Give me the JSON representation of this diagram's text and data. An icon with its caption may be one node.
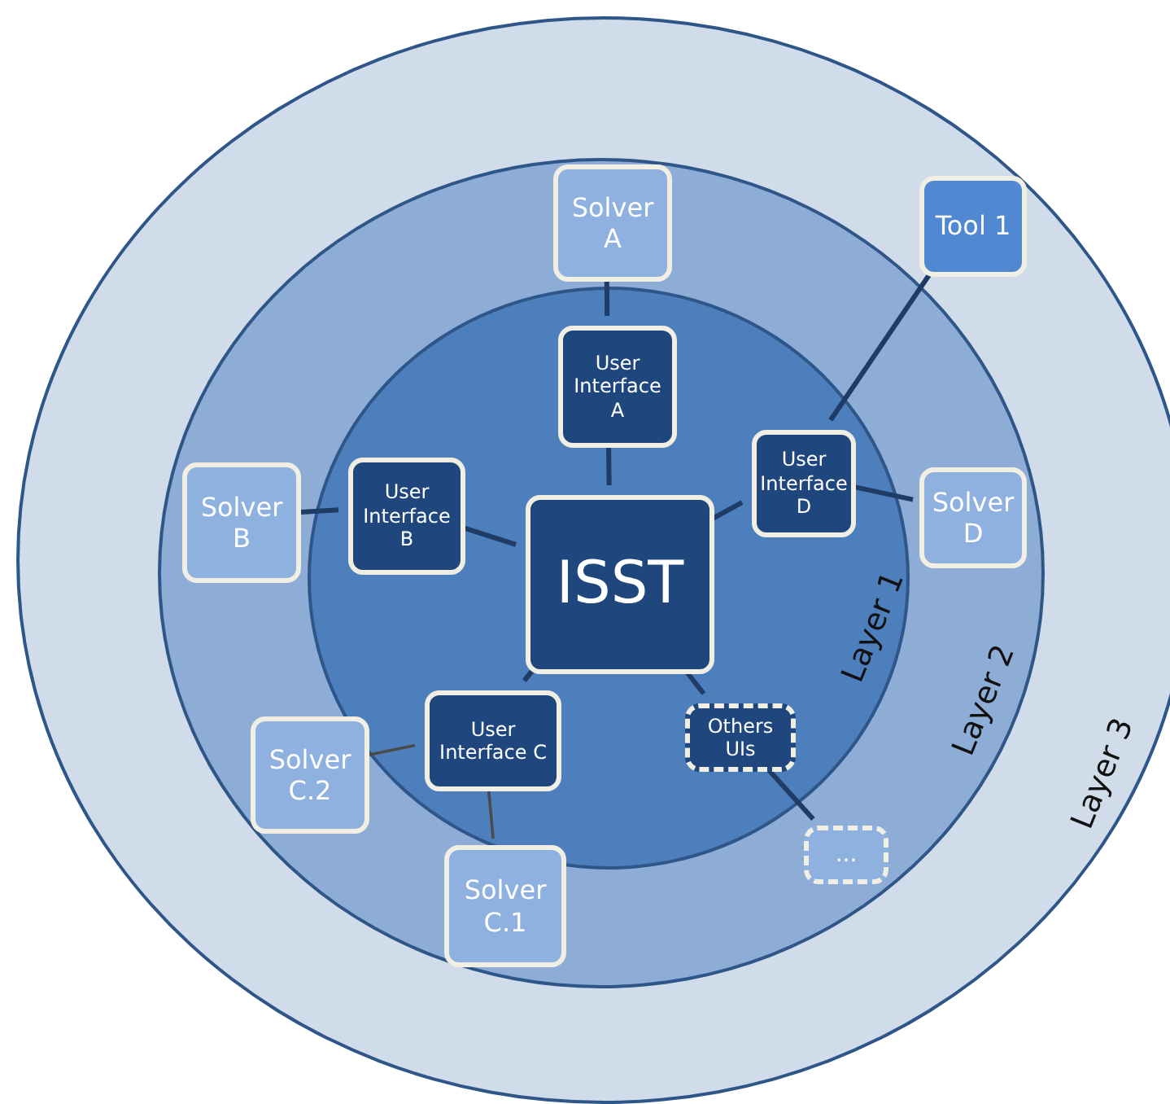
{
  "diagram": {
    "nodes": [
      {
        "text": [
          "Layer 3"
        ]
      },
      {
        "text": [
          "Layer 2"
        ],
        "in": 0
      },
      {
        "text": [
          "Layer 1"
        ],
        "in": 1
      },
      {
        "text": [
          "ISST"
        ],
        "in": 2
      },
      {
        "text": [
          "User Interface A"
        ],
        "in": 2
      },
      {
        "text": [
          "User Interface B"
        ],
        "in": 2
      },
      {
        "text": [
          "User Interface C"
        ],
        "in": 2
      },
      {
        "text": [
          "User Interface D"
        ],
        "in": 2
      },
      {
        "text": [
          "Others UIs"
        ],
        "in": 2
      },
      {
        "text": [
          "Solver A"
        ],
        "in": 1
      },
      {
        "text": [
          "Tool 1"
        ],
        "in": 1
      },
      {
        "text": [
          "Solver B"
        ],
        "in": 1
      },
      {
        "text": [
          "Solver D"
        ],
        "in": 1
      },
      {
        "text": [
          "Solver C.2"
        ],
        "in": 1
      },
      {
        "text": [
          "Solver C.1"
        ],
        "in": 1
      },
      {
        "text": [
          "..."
        ],
        "in": 1
      }
    ],
    "edges": [
      {
        "from": 3,
        "to": 4,
        "arrow": "none"
      },
      {
        "from": 3,
        "to": 5,
        "arrow": "none"
      },
      {
        "from": 3,
        "to": 6,
        "arrow": "none"
      },
      {
        "from": 3,
        "to": 7,
        "arrow": "none"
      },
      {
        "from": 3,
        "to": 8,
        "arrow": "none"
      },
      {
        "from": 4,
        "to": 9,
        "arrow": "none"
      },
      {
        "from": 5,
        "to": 11,
        "arrow": "none"
      },
      {
        "from": 6,
        "to": 13,
        "arrow": "none",
        "color": "#4a4a4a"
      },
      {
        "from": 6,
        "to": 14,
        "arrow": "none",
        "color": "#4a4a4a"
      },
      {
        "from": 7,
        "to": 12,
        "arrow": "none"
      },
      {
        "from": 7,
        "to": 10,
        "arrow": "none"
      },
      {
        "from": 8,
        "to": 15,
        "arrow": "none"
      }
    ]
  }
}
